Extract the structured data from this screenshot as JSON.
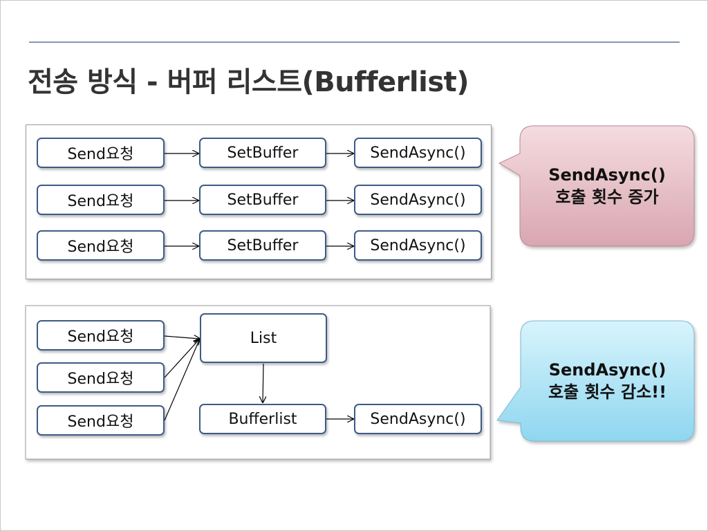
{
  "title": "전송 방식 - 버퍼 리스트(Bufferlist)",
  "top_diagram": {
    "rows": [
      {
        "request": "Send요청",
        "step": "SetBuffer",
        "call": "SendAsync()"
      },
      {
        "request": "Send요청",
        "step": "SetBuffer",
        "call": "SendAsync()"
      },
      {
        "request": "Send요청",
        "step": "SetBuffer",
        "call": "SendAsync()"
      }
    ]
  },
  "bottom_diagram": {
    "requests": [
      "Send요청",
      "Send요청",
      "Send요청"
    ],
    "list": "List",
    "bufferlist": "Bufferlist",
    "call": "SendAsync()"
  },
  "callouts": {
    "top": {
      "line1": "SendAsync()",
      "line2": "호출 횟수 증가",
      "color": "#e8bcc4"
    },
    "bottom": {
      "line1": "SendAsync()",
      "line2": "호출 횟수 감소!!",
      "color": "#b8e6f6"
    }
  }
}
